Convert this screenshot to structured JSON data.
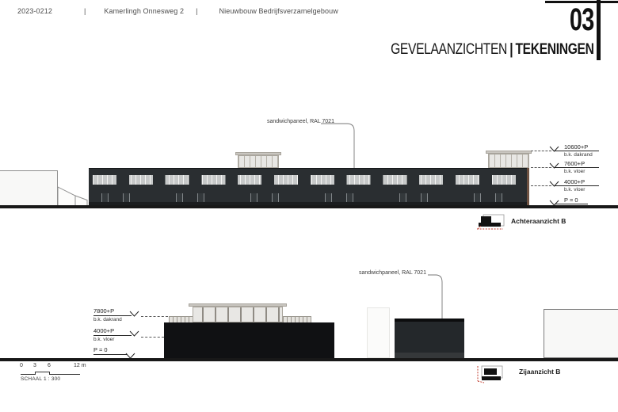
{
  "sheet": {
    "project_number": "2023-0212",
    "separator": "|",
    "address": "Kamerlingh Onnesweg 2",
    "project_name": "Nieuwbouw Bedrijfsverzamelgebouw",
    "sheet_number": "03",
    "title": "GEVELAANZICHTEN",
    "title_category": "TEKENINGEN"
  },
  "elevations": {
    "top": {
      "annotation": "sandwichpaneel, RAL 7021",
      "view_label": "Achteraanzicht B",
      "levels": [
        {
          "value": "10600+P",
          "sublabel": "b.k. dakrand"
        },
        {
          "value": "7600+P",
          "sublabel": "b.k. vloer"
        },
        {
          "value": "4000+P",
          "sublabel": "b.k. vloer"
        },
        {
          "value": "P = 0",
          "sublabel": ""
        }
      ]
    },
    "bottom": {
      "annotation": "sandwichpaneel, RAL 7021",
      "view_label": "Zijaanzicht B",
      "levels": [
        {
          "value": "7800+P",
          "sublabel": "b.k. dakrand"
        },
        {
          "value": "4000+P",
          "sublabel": "b.k. vloer"
        },
        {
          "value": "P = 0",
          "sublabel": ""
        }
      ]
    }
  },
  "scale_bar": {
    "ticks": [
      "0",
      "3",
      "6",
      "12 m"
    ],
    "label": "SCHAAL 1 : 300"
  },
  "colors": {
    "facade_dark": "#2a2e31",
    "facade_black": "#101113",
    "roof_light": "#d8d5cf",
    "edge_brown": "#6f5242",
    "icon_red": "#c0392b",
    "line_dark": "#181818"
  }
}
